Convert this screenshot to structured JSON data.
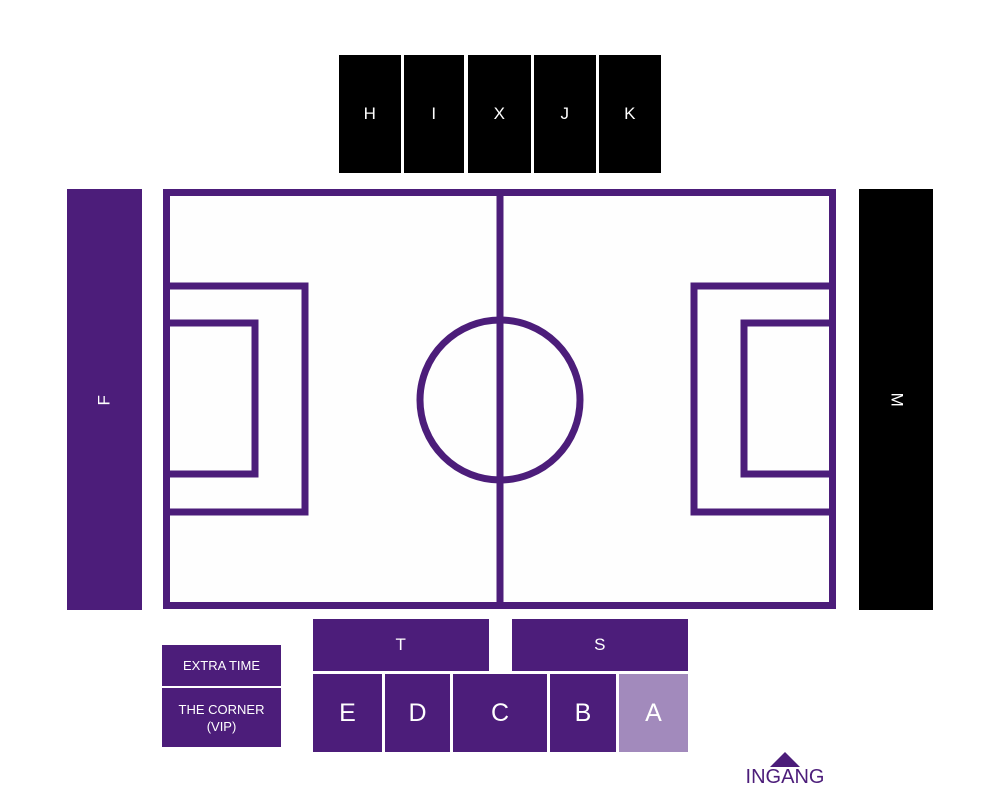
{
  "colors": {
    "primary": "#4c1d7a",
    "stand_black": "#000000",
    "highlight": "#a28abc",
    "pitch_bg": "#ffffff"
  },
  "stands": {
    "top": [
      "H",
      "I",
      "X",
      "J",
      "K"
    ],
    "left": "F",
    "right": "M",
    "bottom_upper": [
      "T",
      "S"
    ],
    "bottom_lower": [
      "E",
      "D",
      "C",
      "B",
      "A"
    ],
    "highlighted": "A"
  },
  "areas": {
    "extra_time": "EXTRA TIME",
    "the_corner": "THE CORNER",
    "the_corner_sub": "(VIP)"
  },
  "entrance": {
    "label": "INGANG",
    "icon": "triangle-up-icon"
  }
}
